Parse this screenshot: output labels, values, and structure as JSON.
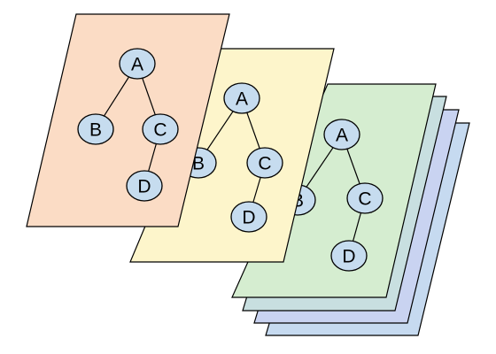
{
  "diagram": {
    "nodes": {
      "A": "A",
      "B": "B",
      "C": "C",
      "D": "D"
    },
    "edges": [
      [
        "A",
        "B"
      ],
      [
        "A",
        "C"
      ],
      [
        "C",
        "D"
      ]
    ],
    "colors": {
      "sheet_front": "#fbdcc5",
      "sheet_middle": "#fdf5cb",
      "sheet_third": "#d5edd0",
      "sheet_fourth": "#c8dfe0",
      "sheet_fifth": "#c9d3f1",
      "sheet_back": "#c6daf0",
      "node_fill": "#c6dcef"
    }
  }
}
